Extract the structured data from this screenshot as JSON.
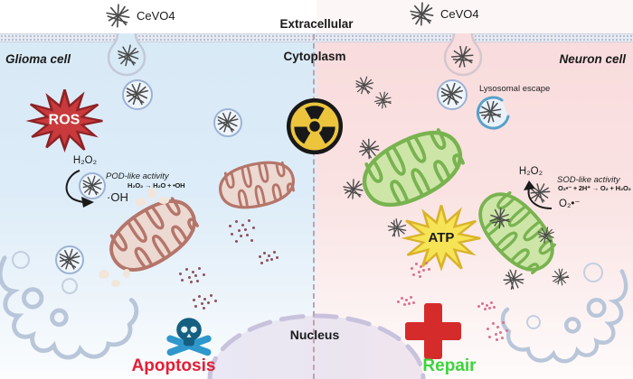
{
  "membrane": {
    "extracellular": "Extracellular",
    "cytoplasm": "Cytoplasm"
  },
  "nanoparticle": {
    "left_label": "CeVO4",
    "right_label": "CeVO4"
  },
  "glioma_cell": {
    "title": "Glioma cell",
    "ros": "ROS",
    "h2o2": "H₂O₂",
    "pod_activity": "POD-like activity",
    "pod_equation": "H₂O₂ → H₂O + •OH",
    "hydroxyl": "·OH",
    "outcome": "Apoptosis"
  },
  "neuron_cell": {
    "title": "Neuron cell",
    "lysosomal_escape": "Lysosomal escape",
    "atp": "ATP",
    "h2o2": "H₂O₂",
    "sod_activity": "SOD-like activity",
    "sod_equation": "O₂•⁻ + 2H⁺ → O₂ + H₂O₂",
    "superoxide": "O₂•⁻",
    "outcome": "Repair"
  },
  "nucleus": {
    "label": "Nucleus"
  },
  "colors": {
    "glioma_bg": "#d8eaf6",
    "neuron_bg": "#f9dcdd",
    "ros_red": "#c93a3c",
    "ros_border": "#8e2225",
    "atp_yellow": "#f6e456",
    "atp_border": "#d9b32a",
    "apoptosis_red": "#e31e36",
    "repair_green": "#3bd43b",
    "cross_red": "#d62b2b",
    "skull_blue": "#2e97cb",
    "skull_dark": "#155f80",
    "radiation_yellow": "#ecc53d",
    "mito_damaged_fill": "#ecd9d1",
    "mito_damaged_stroke": "#b5756a",
    "mito_healthy_fill": "#cde6a8",
    "mito_healthy_stroke": "#79b350",
    "nucleus_fill": "#eae6f2",
    "nucleus_dash": "#c9c2dd",
    "er_stroke": "#b9c6da",
    "dot_left": "#8e4f5a",
    "dot_right": "#d9718c",
    "nanoparticle": "#4a4a4a",
    "vesicle_stroke": "#9db2d4"
  }
}
